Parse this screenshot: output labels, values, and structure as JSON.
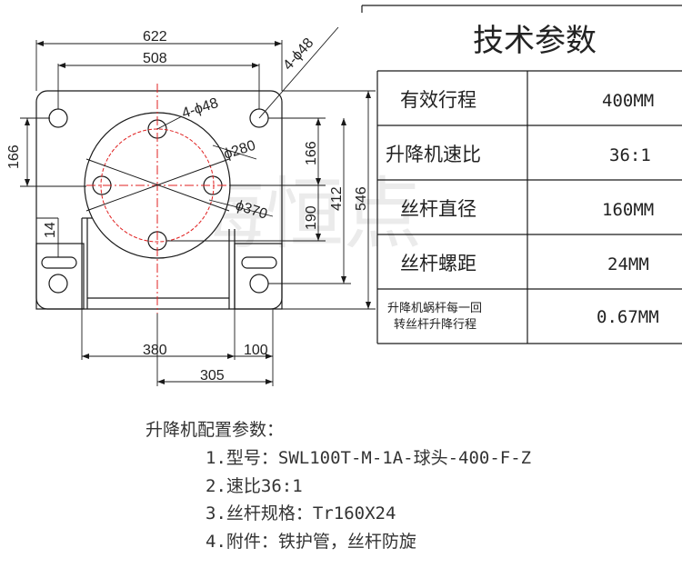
{
  "table": {
    "title": "技术参数",
    "rows": [
      {
        "label": "有效行程",
        "value": "400MM"
      },
      {
        "label": "升降机速比",
        "value": "36:1"
      },
      {
        "label": "丝杆直径",
        "value": "160MM"
      },
      {
        "label": "丝杆螺距",
        "value": "24MM"
      },
      {
        "label_line1": "升降机蜗杆每一回",
        "label_line2": "转丝杆升降行程",
        "value": "0.67MM"
      }
    ]
  },
  "dimensions": {
    "d622": "622",
    "d508": "508",
    "holes_small": "4-ϕ48",
    "holes_large": "4-ϕ48",
    "d280": "ϕ280",
    "d370": "ϕ370",
    "d166_left": "166",
    "d166_right": "166",
    "d412": "412",
    "d546": "546",
    "d190": "190",
    "d14": "14",
    "d380": "380",
    "d100": "100",
    "d305": "305"
  },
  "watermark": "上海恒点",
  "config": {
    "heading": "升降机配置参数：",
    "items": [
      "1.型号：SWL100T-M-1A-球头-400-F-Z",
      "2.速比36:1",
      "3.丝杆规格：Tr160X24",
      "4.附件：铁护管，丝杆防旋"
    ]
  },
  "colors": {
    "line": "#1a1a1a",
    "center": "#e02020",
    "watermark": "#e6e6e6"
  }
}
